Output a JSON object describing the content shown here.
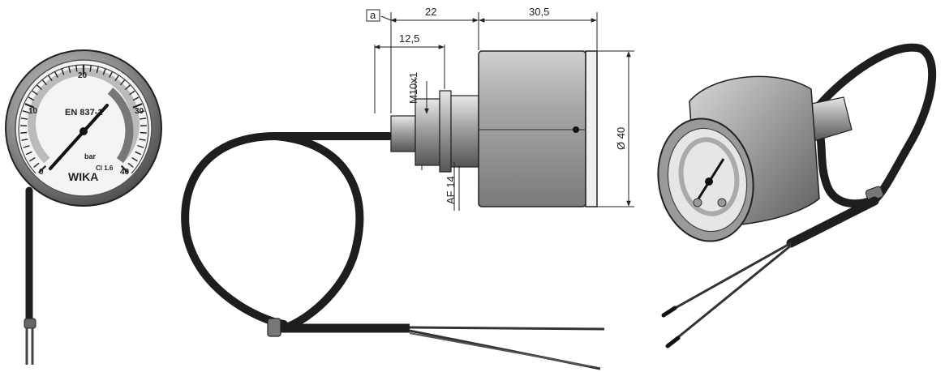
{
  "front_view": {
    "gauge": {
      "scale_labels": [
        "0",
        "10",
        "20",
        "30",
        "40"
      ],
      "standard_label": "EN 837-1",
      "unit_label": "bar",
      "class_label": "Cl 1.6",
      "brand_label": "WIKA"
    }
  },
  "side_view": {
    "dimensions": {
      "callout_label": "a",
      "length_connection": "22",
      "length_case": "30,5",
      "length_thread": "12,5",
      "thread_label": "M10x1",
      "wrench_label": "AF 14",
      "diameter_label": "Ø 40"
    }
  }
}
